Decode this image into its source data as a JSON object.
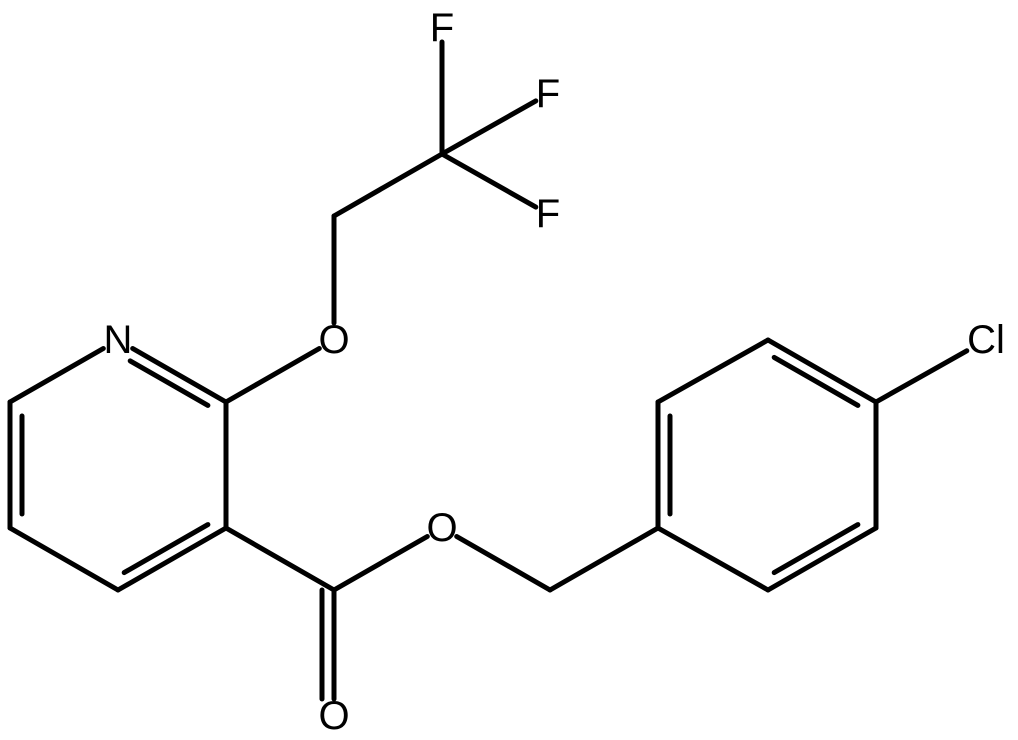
{
  "molecule": {
    "atoms": [
      {
        "id": "F1",
        "label": "F"
      },
      {
        "id": "F2",
        "label": "F"
      },
      {
        "id": "F3",
        "label": "F"
      },
      {
        "id": "CF3",
        "label": ""
      },
      {
        "id": "CH2a",
        "label": ""
      },
      {
        "id": "O1",
        "label": "O"
      },
      {
        "id": "N",
        "label": "N"
      },
      {
        "id": "C2",
        "label": ""
      },
      {
        "id": "C3",
        "label": ""
      },
      {
        "id": "C4",
        "label": ""
      },
      {
        "id": "C5",
        "label": ""
      },
      {
        "id": "C6",
        "label": ""
      },
      {
        "id": "Cc",
        "label": ""
      },
      {
        "id": "O2",
        "label": "O"
      },
      {
        "id": "O3",
        "label": "O"
      },
      {
        "id": "CH2b",
        "label": ""
      },
      {
        "id": "B1",
        "label": ""
      },
      {
        "id": "B2",
        "label": ""
      },
      {
        "id": "B3",
        "label": ""
      },
      {
        "id": "B4",
        "label": ""
      },
      {
        "id": "B5",
        "label": ""
      },
      {
        "id": "B6",
        "label": ""
      },
      {
        "id": "Cl",
        "label": "Cl"
      }
    ],
    "bonds": [
      {
        "from": "CF3",
        "to": "F1",
        "order": 1
      },
      {
        "from": "CF3",
        "to": "F2",
        "order": 1
      },
      {
        "from": "CF3",
        "to": "F3",
        "order": 1
      },
      {
        "from": "CF3",
        "to": "CH2a",
        "order": 1
      },
      {
        "from": "CH2a",
        "to": "O1",
        "order": 1
      },
      {
        "from": "O1",
        "to": "C2",
        "order": 1
      },
      {
        "from": "N",
        "to": "C2",
        "order": 2
      },
      {
        "from": "C2",
        "to": "C3",
        "order": 1
      },
      {
        "from": "C3",
        "to": "C4",
        "order": 2
      },
      {
        "from": "C4",
        "to": "C5",
        "order": 1
      },
      {
        "from": "C5",
        "to": "C6",
        "order": 2
      },
      {
        "from": "C6",
        "to": "N",
        "order": 1
      },
      {
        "from": "C3",
        "to": "Cc",
        "order": 1
      },
      {
        "from": "Cc",
        "to": "O2",
        "order": 2
      },
      {
        "from": "Cc",
        "to": "O3",
        "order": 1
      },
      {
        "from": "O3",
        "to": "CH2b",
        "order": 1
      },
      {
        "from": "CH2b",
        "to": "B1",
        "order": 1
      },
      {
        "from": "B1",
        "to": "B2",
        "order": 2
      },
      {
        "from": "B2",
        "to": "B3",
        "order": 1
      },
      {
        "from": "B3",
        "to": "B4",
        "order": 2
      },
      {
        "from": "B4",
        "to": "B5",
        "order": 1
      },
      {
        "from": "B5",
        "to": "B6",
        "order": 2
      },
      {
        "from": "B6",
        "to": "B1",
        "order": 1
      },
      {
        "from": "B4",
        "to": "Cl",
        "order": 1
      }
    ]
  }
}
